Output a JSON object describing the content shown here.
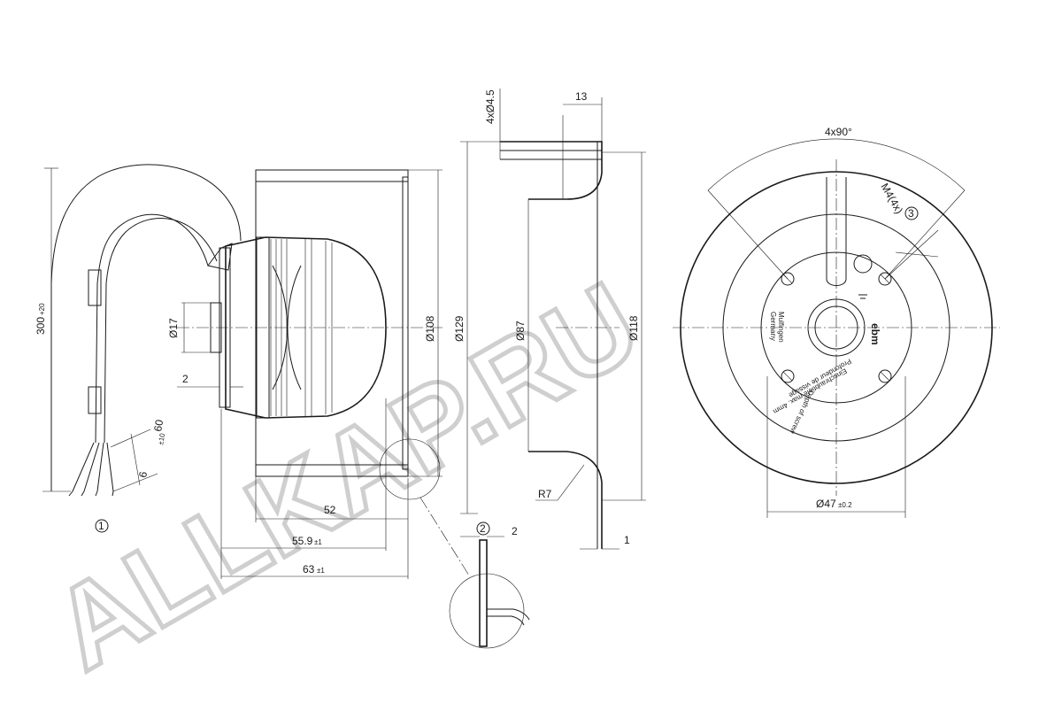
{
  "watermark": "ALLKAP.RU",
  "dimensions": {
    "cable_length": "300",
    "cable_length_tol": "+20",
    "strip_length": "60",
    "strip_length_tol": "±10",
    "strip_end": "6",
    "flange_thickness": "2",
    "shaft_dia": "Ø17",
    "hub_dia": "Ø108",
    "housing_dia": "Ø129",
    "inlet_dia": "Ø87",
    "outer_dia": "Ø118",
    "mount_holes": "4xØ4.5",
    "depth_13": "13",
    "radius": "R7",
    "wheel_depth": "52",
    "depth_55": "55.9",
    "depth_55_tol": "±1",
    "depth_63": "63",
    "depth_63_tol": "±1",
    "detail_thickness": "2",
    "lip_thickness": "1",
    "angle": "4x90°",
    "thread": "M4(4x)",
    "bolt_circle": "Ø47",
    "bolt_circle_tol": "±0.2"
  },
  "callouts": {
    "c1": "1",
    "c2": "2",
    "c3": "3"
  },
  "label": {
    "brand": "ebm",
    "line1": "Mulfingen",
    "line2": "Germany",
    "line3": "Profondeur de vissage",
    "line4": "Einschraubtiefe max. 4mm",
    "line5": "Depth of screw"
  }
}
